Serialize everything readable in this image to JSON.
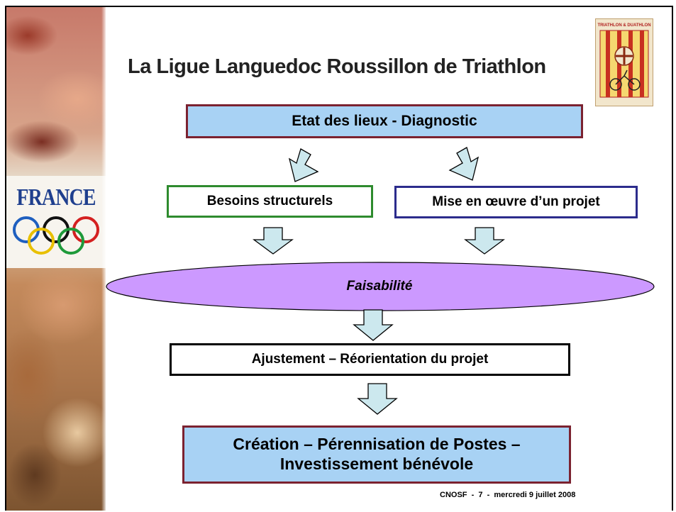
{
  "slide": {
    "title": "La Ligue Languedoc Roussillon de Triathlon",
    "footer": "CNOSF  -  7  -  mercredi 9 juillet 2008"
  },
  "sidebar": {
    "brand_word": "FRANCE",
    "logo_icon": "olympic-rings-icon"
  },
  "logo": {
    "icon": "triathlon-league-emblem",
    "text": "TRIATHLON & DUATHLON"
  },
  "diagram": {
    "etat": "Etat des lieux - Diagnostic",
    "besoins": "Besoins structurels",
    "mise": "Mise en œuvre d’un projet",
    "faisabilite": "Faisabilité",
    "ajustement": "Ajustement – Réorientation du projet",
    "creation_line1": "Création – Pérennisation de Postes –",
    "creation_line2": "Investissement bénévole"
  },
  "colors": {
    "box_fill": "#a8d2f4",
    "accent_border": "#7b2230",
    "green_border": "#2e8b2e",
    "blue_border": "#2c2c8c",
    "ellipse_fill": "#cc99ff",
    "arrow_fill": "#cce8ee"
  }
}
